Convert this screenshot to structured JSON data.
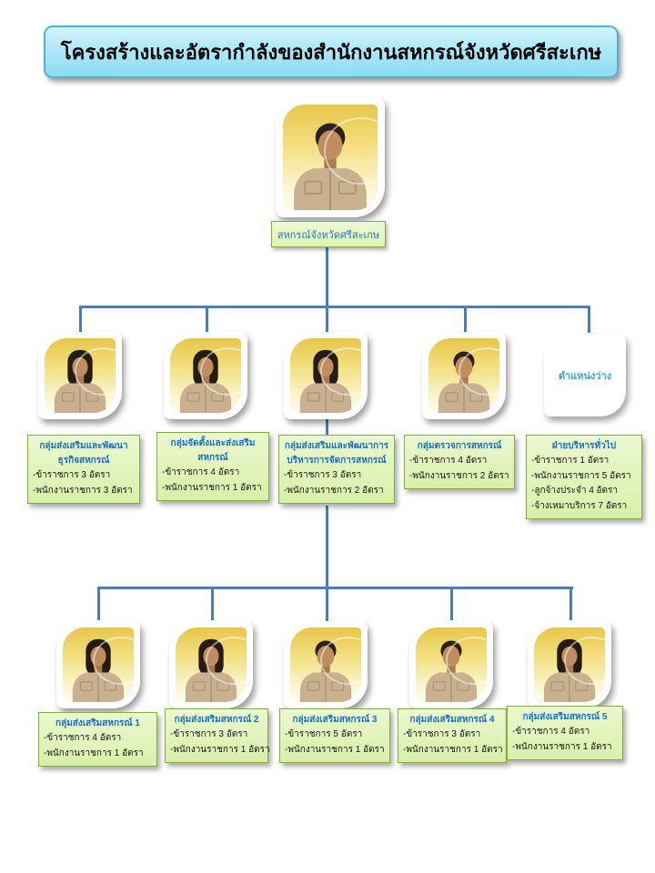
{
  "title": "โครงสร้างและอัตรากำลังของสำนักงานสหกรณ์จังหวัดศรีสะเกษ",
  "root_label": "สหกรณ์จังหวัดศรีสะเกษ",
  "vacant_label": "ตำแหน่งว่าง",
  "colors": {
    "connector": "#4a7dbb",
    "title_fill": "#aee8f7",
    "title_border": "#55b1d4",
    "unit_box_fill": "#ddf2b0",
    "unit_box_border": "#7fae3c",
    "unit_heading_text": "#1b6ec2",
    "vacant_text": "#41a3d6",
    "photo_background": "#f0dc74"
  },
  "level2": [
    {
      "heading": [
        "กลุ่มส่งเสริมและพัฒนา",
        "ธุรกิจสหกรณ์"
      ],
      "rows": [
        "-ข้าราชการ 3 อัตรา",
        "-พนักงานราชการ 3 อัตรา"
      ]
    },
    {
      "heading": [
        "กลุ่มจัดตั้งและส่งเสริม",
        "สหกรณ์"
      ],
      "rows": [
        "-ข้าราชการ 4 อัตรา",
        "-พนักงานราชการ 1 อัตรา"
      ]
    },
    {
      "heading": [
        "กลุ่มส่งเสริมและพัฒนาการ",
        "บริหารการจัดการสหกรณ์"
      ],
      "rows": [
        "-ข้าราชการ 3 อัตรา",
        "-พนักงานราชการ 2 อัตรา"
      ]
    },
    {
      "heading": [
        "กลุ่มตรวจการสหกรณ์"
      ],
      "rows": [
        "-ข้าราชการ 4 อัตรา",
        "-พนักงานราชการ 2 อัตรา"
      ]
    },
    {
      "heading": [
        "ฝ่ายบริหารทั่วไป"
      ],
      "rows": [
        "-ข้าราชการ 1 อัตรา",
        "-พนักงานราชการ 5 อัตรา",
        "-ลูกจ้างประจำ 4 อัตรา",
        "-จ้างเหมาบริการ 7 อัตรา"
      ]
    }
  ],
  "level3": [
    {
      "heading": [
        "กลุ่มส่งเสริมสหกรณ์ 1"
      ],
      "rows": [
        "-ข้าราชการ 4 อัตรา",
        "-พนักงานราชการ 1 อัตรา"
      ]
    },
    {
      "heading": [
        "กลุ่มส่งเสริมสหกรณ์ 2"
      ],
      "rows": [
        "-ข้าราชการ 3 อัตรา",
        "-พนักงานราชการ 1 อัตรา"
      ]
    },
    {
      "heading": [
        "กลุ่มส่งเสริมสหกรณ์ 3"
      ],
      "rows": [
        "-ข้าราชการ 5 อัตรา",
        "-พนักงานราชการ 1 อัตรา"
      ]
    },
    {
      "heading": [
        "กลุ่มส่งเสริมสหกรณ์ 4"
      ],
      "rows": [
        "-ข้าราชการ 3 อัตรา",
        "-พนักงานราชการ 1 อัตรา"
      ]
    },
    {
      "heading": [
        "กลุ่มส่งเสริมสหกรณ์ 5"
      ],
      "rows": [
        "-ข้าราชการ 4 อัตรา",
        "-พนักงานราชการ 1 อัตรา"
      ]
    }
  ]
}
